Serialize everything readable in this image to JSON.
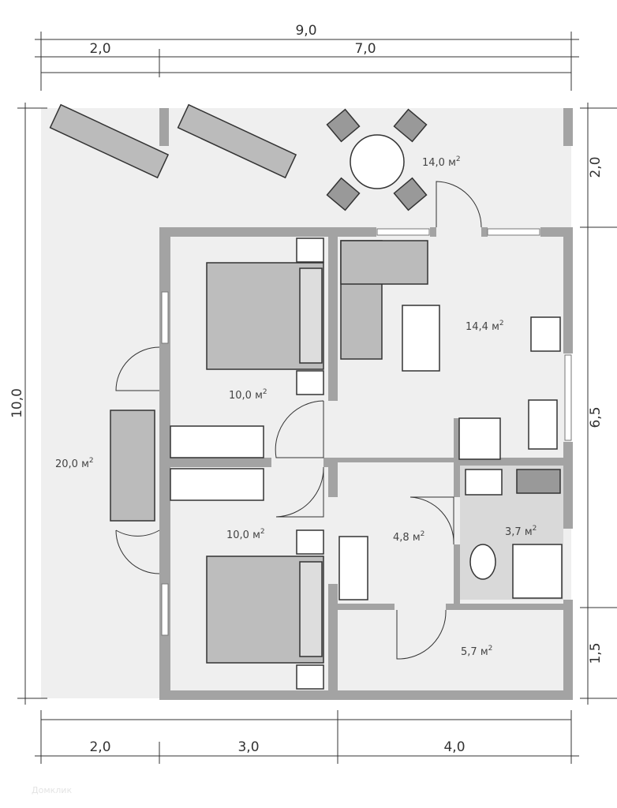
{
  "dimensions": {
    "top_total": "9,0",
    "top_left": "2,0",
    "top_right": "7,0",
    "left_total": "10,0",
    "right_top": "2,0",
    "right_middle": "6,5",
    "right_bottom": "1,5",
    "bottom_1": "2,0",
    "bottom_2": "3,0",
    "bottom_3": "4,0"
  },
  "rooms": {
    "terrace_top": {
      "area": "14,0",
      "unit": "м",
      "exp": "2"
    },
    "terrace_left": {
      "area": "20,0",
      "unit": "м",
      "exp": "2"
    },
    "bedroom_1": {
      "area": "10,0",
      "unit": "м",
      "exp": "2"
    },
    "bedroom_2": {
      "area": "10,0",
      "unit": "м",
      "exp": "2"
    },
    "living_kitchen": {
      "area": "14,4",
      "unit": "м",
      "exp": "2"
    },
    "hall": {
      "area": "4,8",
      "unit": "м",
      "exp": "2"
    },
    "bathroom": {
      "area": "3,7",
      "unit": "м",
      "exp": "2"
    },
    "storage": {
      "area": "5,7",
      "unit": "м",
      "exp": "2"
    }
  },
  "watermark": "Домклик",
  "colors": {
    "wall": "#a3a3a3",
    "floor": "#efefef",
    "bath": "#d9d9d9",
    "line": "#333333"
  }
}
